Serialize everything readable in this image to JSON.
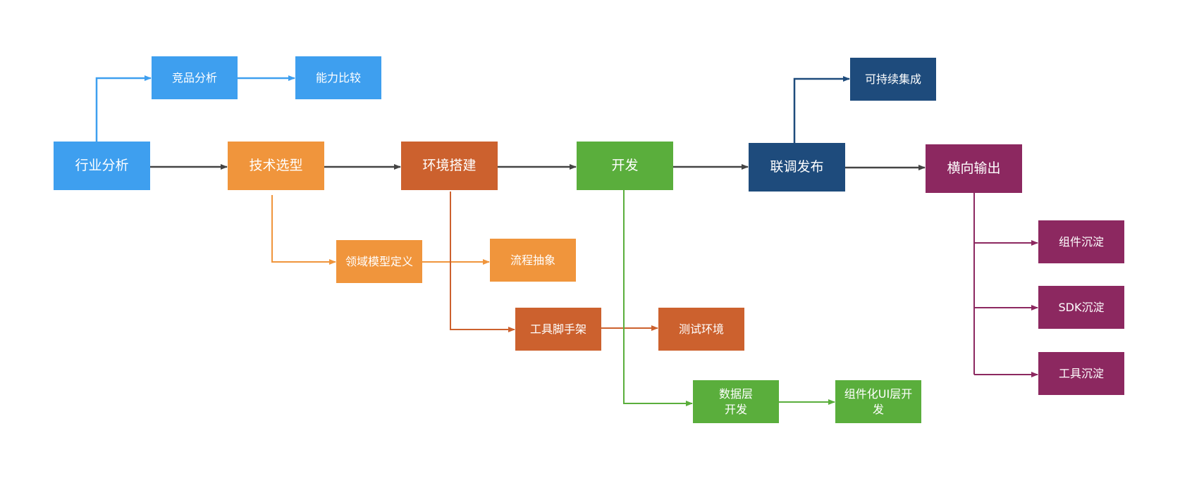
{
  "colors": {
    "blue": "#3e9fef",
    "orange": "#f0953c",
    "brown": "#cc612e",
    "green": "#5aae3c",
    "navy": "#1e4b7c",
    "purple": "#8c2860",
    "main_arrow": "#444444"
  },
  "nodes": {
    "industry_analysis": "行业分析",
    "competitor_analysis": "竞品分析",
    "capability_comparison": "能力比较",
    "tech_selection": "技术选型",
    "domain_model": "领域模型定义",
    "process_abstraction": "流程抽象",
    "env_setup": "环境搭建",
    "tool_scaffold": "工具脚手架",
    "test_env": "测试环境",
    "development": "开发",
    "data_layer": "数据层\n开发",
    "ui_layer": "组件化UI层开\n发",
    "joint_release": "联调发布",
    "continuous_integration": "可持续集成",
    "horizontal_output": "横向输出",
    "component_deposit": "组件沉淀",
    "sdk_deposit": "SDK沉淀",
    "tool_deposit": "工具沉淀"
  }
}
